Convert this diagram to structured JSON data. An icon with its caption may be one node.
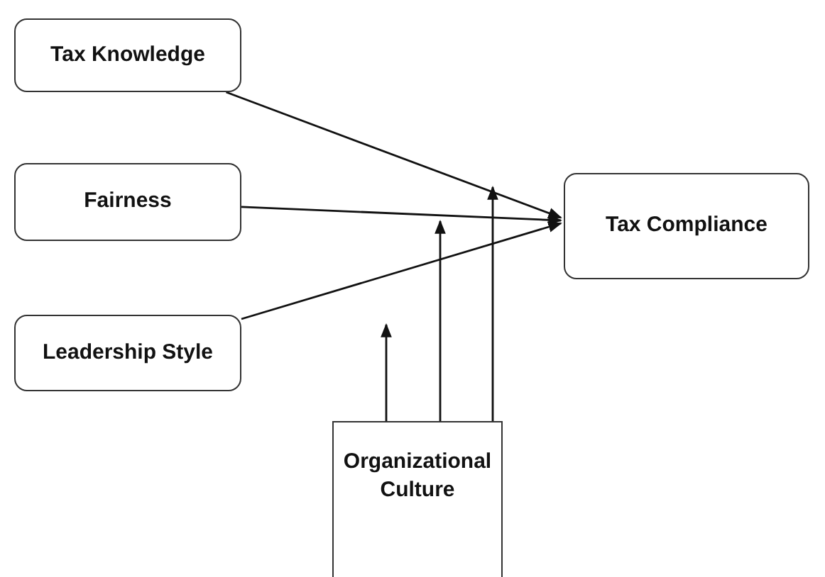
{
  "diagram": {
    "nodes": [
      {
        "text": [
          "Tax Knowledge"
        ]
      },
      {
        "text": [
          "Fairness"
        ]
      },
      {
        "text": [
          "Leadership Style"
        ]
      },
      {
        "text": [
          "Tax Compliance"
        ]
      },
      {
        "text": [
          "Organizational Culture"
        ]
      }
    ],
    "edges": [
      {
        "from": 0,
        "to": 3,
        "arrow": "to"
      },
      {
        "from": 1,
        "to": 3,
        "arrow": "to"
      },
      {
        "from": 2,
        "to": 3,
        "arrow": "to"
      },
      {
        "from": 4,
        "to": null,
        "arrow": "to"
      },
      {
        "from": 4,
        "to": null,
        "arrow": "to"
      },
      {
        "from": 4,
        "to": null,
        "arrow": "to"
      }
    ]
  }
}
